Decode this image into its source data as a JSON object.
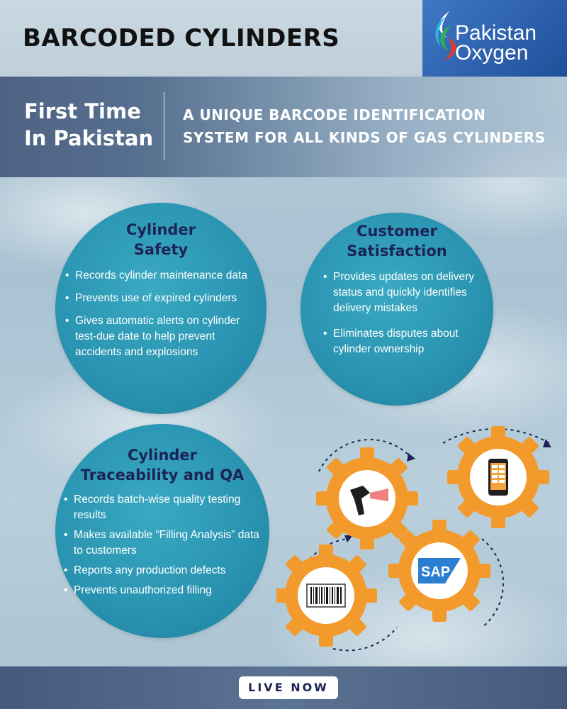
{
  "header": {
    "title": "BARCODED CYLINDERS",
    "logo": {
      "line1": "Pakistan",
      "line2": "Oxygen"
    }
  },
  "hero": {
    "left_line1": "First Time",
    "left_line2": "In Pakistan",
    "right_line1": "A UNIQUE BARCODE IDENTIFICATION",
    "right_line2": "SYSTEM FOR ALL KINDS OF GAS CYLINDERS"
  },
  "panels": {
    "safety": {
      "title_line1": "Cylinder",
      "title_line2": "Safety",
      "bullets": [
        "Records cylinder maintenance data",
        "Prevents use of expired cylinders",
        "Gives automatic alerts on cylinder test-due date to help prevent accidents and explosions"
      ]
    },
    "satisfaction": {
      "title_line1": "Customer",
      "title_line2": "Satisfaction",
      "bullets": [
        "Provides updates on delivery status and quickly identifies delivery mistakes",
        "Eliminates disputes about cylinder ownership"
      ]
    },
    "traceability": {
      "title_line1": "Cylinder",
      "title_line2": "Traceability and QA",
      "bullets": [
        "Records batch-wise quality testing results",
        "Makes available “Filling Analysis” data to customers",
        "Reports any production defects",
        "Prevents unauthorized filling"
      ]
    }
  },
  "gears": {
    "sap_label": "SAP",
    "icons": [
      "barcode-scanner-icon",
      "mobile-phone-icon",
      "sap-logo-icon",
      "barcode-icon"
    ]
  },
  "footer": {
    "button_label": "LIVE NOW"
  },
  "colors": {
    "circle": "#2a95b2",
    "circle_title": "#1c2456",
    "gear": "#f39a2c",
    "header_band": "#4f6284",
    "logo_bg": "#2a5ea8"
  }
}
